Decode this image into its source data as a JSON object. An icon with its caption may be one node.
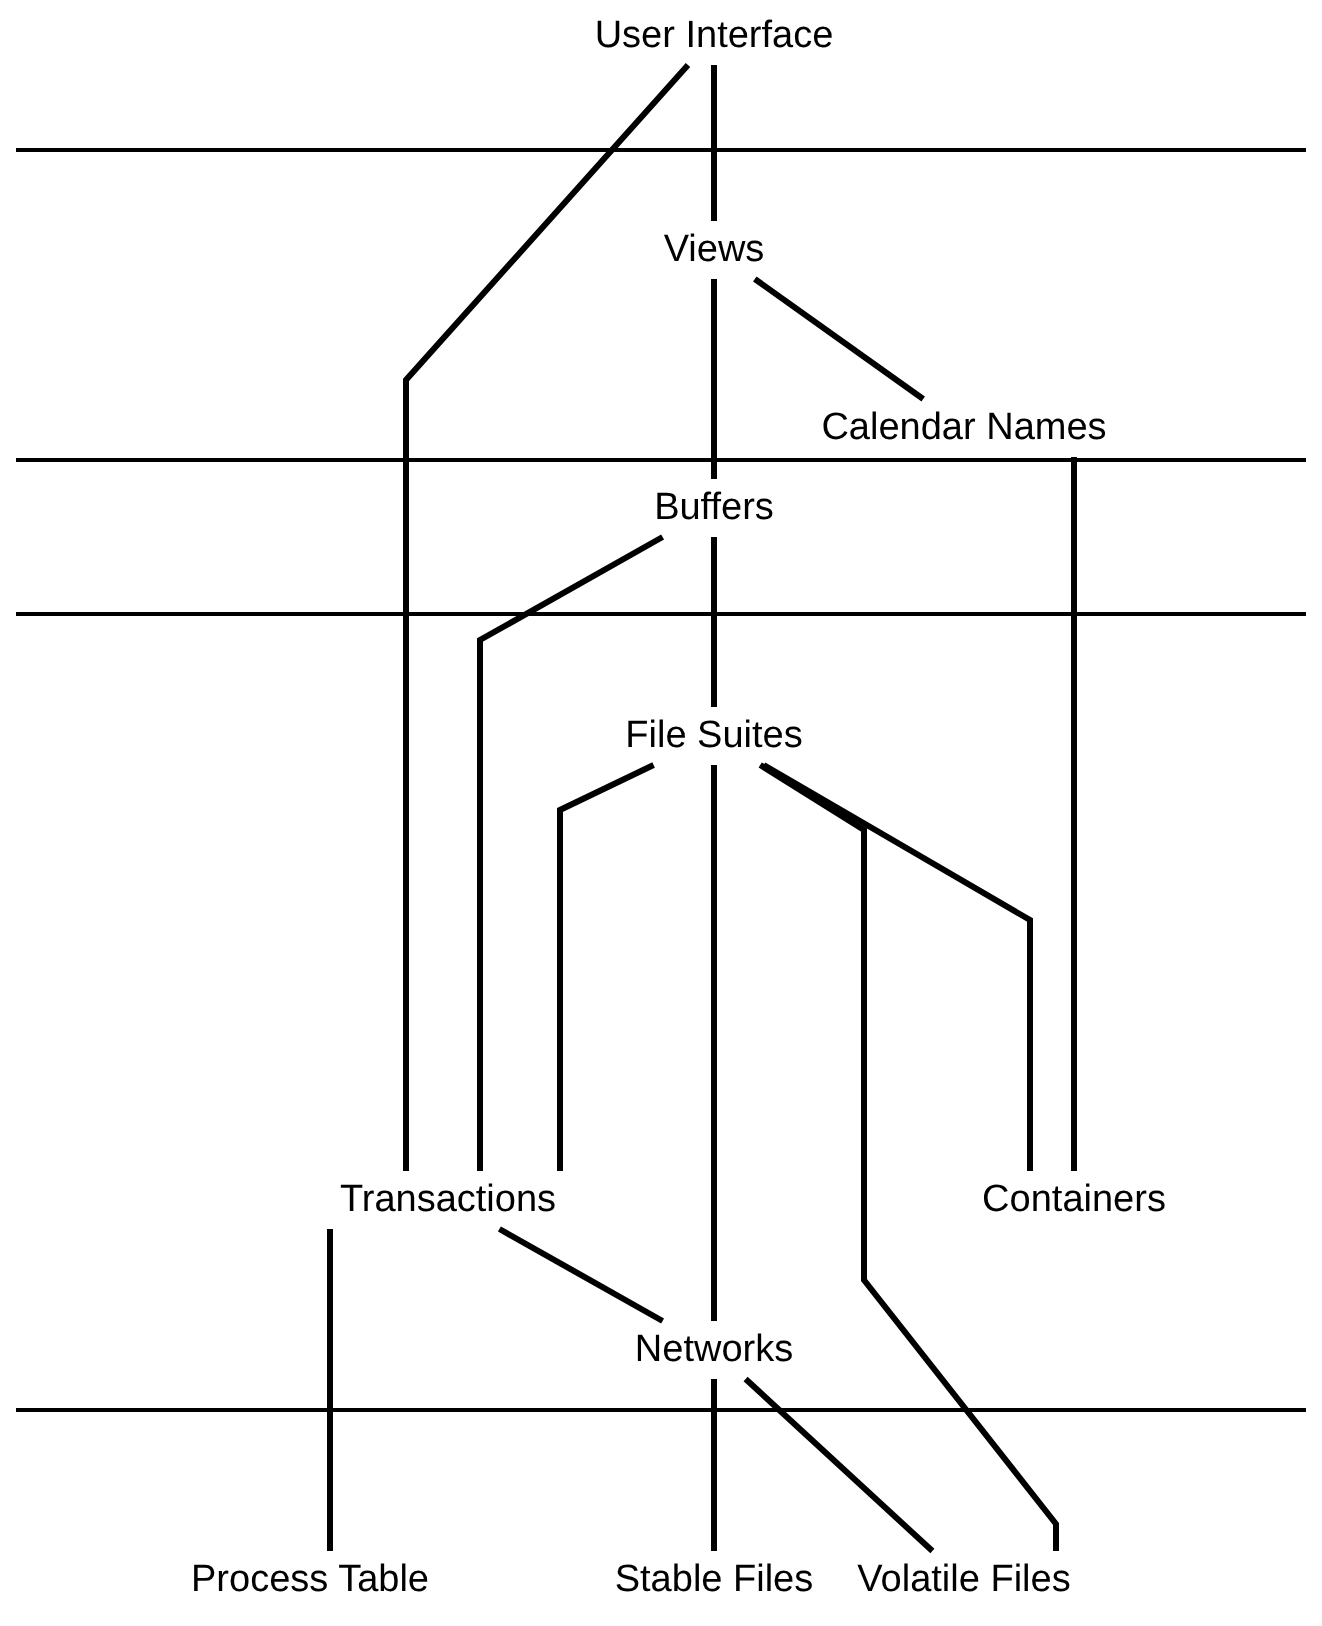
{
  "diagram": {
    "nodes": [
      {
        "text": [
          "User Interface"
        ]
      },
      {
        "text": [
          "Views"
        ]
      },
      {
        "text": [
          "Calendar Names"
        ]
      },
      {
        "text": [
          "Buffers"
        ]
      },
      {
        "text": [
          "File Suites"
        ]
      },
      {
        "text": [
          "Transactions"
        ]
      },
      {
        "text": [
          "Containers"
        ]
      },
      {
        "text": [
          "Networks"
        ]
      },
      {
        "text": [
          "Process Table"
        ]
      },
      {
        "text": [
          "Stable Files"
        ]
      },
      {
        "text": [
          "Volatile Files"
        ]
      }
    ],
    "edges": [
      {
        "from": 0,
        "to": 1,
        "arrow": "none"
      },
      {
        "from": 0,
        "to": 5,
        "arrow": "none"
      },
      {
        "from": 1,
        "to": 2,
        "arrow": "none"
      },
      {
        "from": 1,
        "to": 3,
        "arrow": "none"
      },
      {
        "from": 2,
        "to": 6,
        "arrow": "none"
      },
      {
        "from": 3,
        "to": 5,
        "arrow": "none"
      },
      {
        "from": 3,
        "to": 4,
        "arrow": "none"
      },
      {
        "from": 4,
        "to": 5,
        "arrow": "none"
      },
      {
        "from": 4,
        "to": 7,
        "arrow": "none"
      },
      {
        "from": 4,
        "to": 10,
        "arrow": "none"
      },
      {
        "from": 4,
        "to": 6,
        "arrow": "none"
      },
      {
        "from": 5,
        "to": 7,
        "arrow": "none"
      },
      {
        "from": 5,
        "to": 8,
        "arrow": "none"
      },
      {
        "from": 7,
        "to": 9,
        "arrow": "none"
      },
      {
        "from": 7,
        "to": 10,
        "arrow": "none"
      }
    ]
  }
}
